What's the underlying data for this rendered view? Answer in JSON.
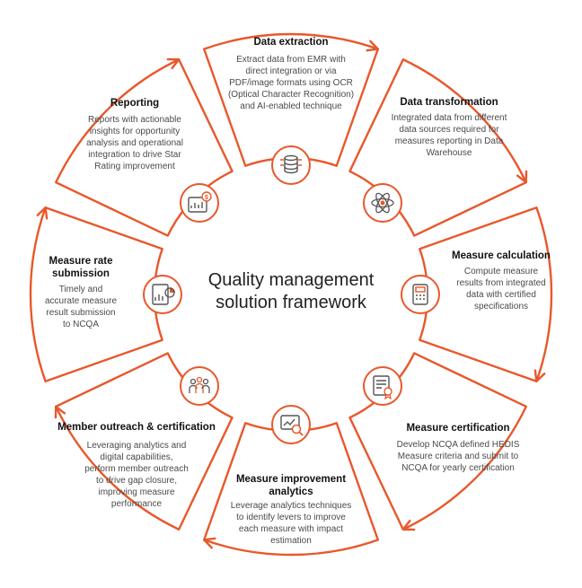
{
  "colors": {
    "accent": "#e8582b",
    "title": "#111111",
    "text": "#4a4a4a"
  },
  "center": {
    "line1": "Quality management",
    "line2": "solution framework"
  },
  "segments": [
    {
      "title": "Data extraction",
      "lines": [
        "Extract data from EMR with",
        "direct integration or via",
        "PDF/image formats using OCR",
        "(Optical Character Recognition)",
        "and AI-enabled technique"
      ],
      "icon": "database-icon"
    },
    {
      "title": "Data transformation",
      "lines": [
        "Integrated data from different",
        "data sources required for",
        "measures reporting in Data",
        "Warehouse"
      ],
      "icon": "atom-icon"
    },
    {
      "title": "Measure calculation",
      "lines": [
        "Compute measure",
        "results from integrated",
        "data with certified",
        "specifications"
      ],
      "icon": "calculator-icon"
    },
    {
      "title": "Measure certification",
      "lines": [
        "Develop NCQA defined HEDIS",
        "Measure criteria and submit to",
        "NCQA for yearly certification"
      ],
      "icon": "certificate-icon"
    },
    {
      "title_lines": [
        "Measure improvement",
        "analytics"
      ],
      "lines": [
        "Leverage analytics techniques",
        "to identify levers to improve",
        "each measure with impact",
        "estimation"
      ],
      "icon": "analytics-search-icon"
    },
    {
      "title": "Member outreach & certification",
      "lines": [
        "Leveraging analytics and",
        "digital capabilities,",
        "perform member outreach",
        "to drive gap closure,",
        "improving measure",
        "performance"
      ],
      "icon": "people-group-icon"
    },
    {
      "title_lines": [
        "Measure rate",
        "submission"
      ],
      "lines": [
        "Timely and",
        "accurate measure",
        "result submission",
        "to NCQA"
      ],
      "icon": "report-chart-icon"
    },
    {
      "title": "Reporting",
      "lines": [
        "Reports with actionable",
        "insights for opportunity",
        "analysis and operational",
        "integration to drive Star",
        "Rating improvement"
      ],
      "icon": "dashboard-dollar-icon"
    }
  ]
}
